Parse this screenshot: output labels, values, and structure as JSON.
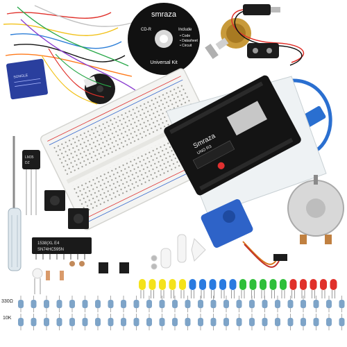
{
  "cd": {
    "brand": "smraza",
    "format": "CD-R",
    "include_title": "Include",
    "include_items": [
      "Code",
      "Datasheet",
      "Circuit"
    ],
    "kit_name": "Universal Kit"
  },
  "ic": {
    "line1": "1538(XL E4",
    "line2": "SN74HC595N"
  },
  "sensor_chip": {
    "line1": "LM35",
    "line2": "DZ"
  },
  "resistor_labels": {
    "row1": "330Ω",
    "row2": "10K"
  },
  "board": {
    "brand": "Smraza",
    "model": "UNO R3"
  },
  "colors": {
    "board": "#141414",
    "breadboard": "#f4f4f2",
    "usb_cable": "#2a6fd0",
    "servo": "#2e63c8",
    "relay": "#2a3f9e",
    "cd": "#111111"
  }
}
